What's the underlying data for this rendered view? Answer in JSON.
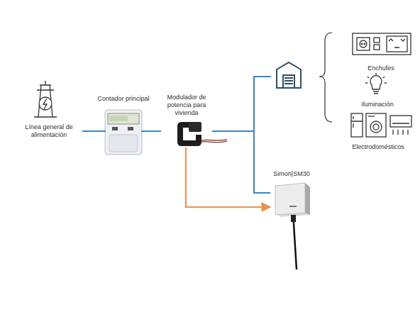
{
  "diagram": {
    "nodes": [
      {
        "text": [
          "Línea general de alimentación"
        ]
      },
      {
        "text": [
          "Contador principal"
        ]
      },
      {
        "text": [
          "Modulador de potencia para vivienda"
        ]
      },
      {
        "text": [
          "Enchufes"
        ]
      },
      {
        "text": [
          "Iluminación"
        ]
      },
      {
        "text": [
          "Electrodomésticos"
        ]
      },
      {
        "text": [
          "Simon|SM30"
        ]
      }
    ],
    "edges": [
      {
        "from": 0,
        "to": 1,
        "arrow": "none"
      },
      {
        "from": 1,
        "to": 2,
        "arrow": "none"
      },
      {
        "from": 2,
        "to": 6,
        "arrow": "none"
      },
      {
        "from": 2,
        "to": 6,
        "arrow": "to"
      }
    ]
  }
}
